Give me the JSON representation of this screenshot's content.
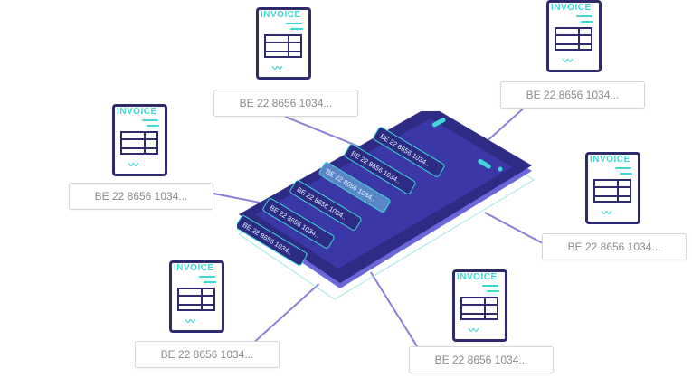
{
  "invoice_title": "INVOICE",
  "wave_glyph": "~~",
  "iban_fields": [
    {
      "id": "top-center",
      "value": "BE 22 8656 1034..."
    },
    {
      "id": "top-right",
      "value": "BE 22 8656 1034..."
    },
    {
      "id": "middle-left",
      "value": "BE 22 8656 1034..."
    },
    {
      "id": "middle-right",
      "value": "BE 22 8656 1034..."
    },
    {
      "id": "bottom-left",
      "value": "BE 22 8656 1034..."
    },
    {
      "id": "bottom-right",
      "value": "BE 22 8656 1034..."
    }
  ],
  "phone_items": [
    "BE 22 8656 1034..",
    "BE 22 8656 1034..",
    "BE 22 8656 1034..",
    "BE 22 8656 1034..",
    "BE 22 8656 1034..",
    "BE 22 8656 1034.."
  ],
  "colors": {
    "navy": "#2f2a6b",
    "teal": "#3fd7d6",
    "phone_body": "#2e2b84",
    "phone_screen": "#3b37a8",
    "connector": "#8880d6"
  }
}
